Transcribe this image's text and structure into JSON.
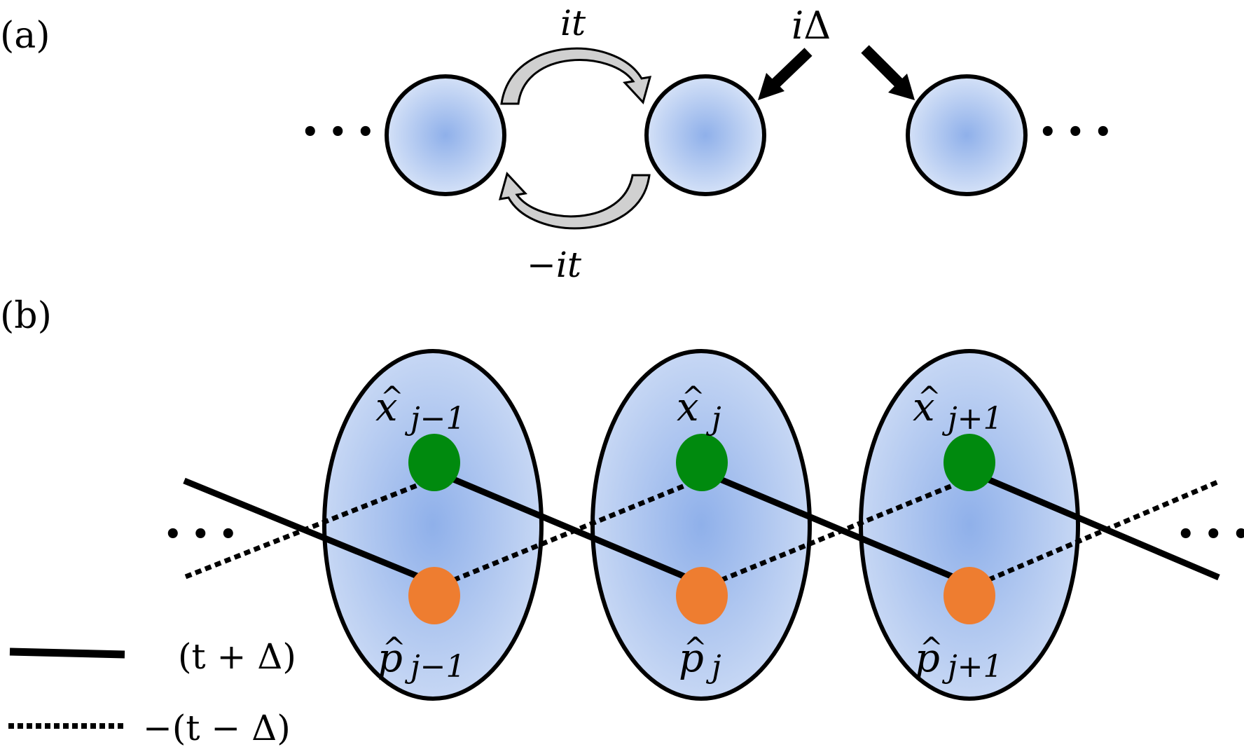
{
  "panel_a": {
    "label": "(a)",
    "hop_forward_label": {
      "pre": "i",
      "var": "t"
    },
    "hop_backward_label": {
      "pre": "−i",
      "var": "t"
    },
    "pairing_label": {
      "pre": "i",
      "sym": "Δ"
    },
    "left_ellipsis": "• • •",
    "right_ellipsis": "• • •"
  },
  "panel_b": {
    "label": "(b)",
    "sites": [
      {
        "x_var": "x",
        "x_sub": "j−1",
        "p_var": "p",
        "p_sub": "j−1"
      },
      {
        "x_var": "x",
        "x_sub": "j",
        "p_var": "p",
        "p_sub": "j"
      },
      {
        "x_var": "x",
        "x_sub": "j+1",
        "p_var": "p",
        "p_sub": "j+1"
      }
    ],
    "left_ellipsis": "• • •",
    "right_ellipsis": "• • •",
    "legend": {
      "solid_label": "(t + Δ)",
      "dotted_label": "−(t − Δ)"
    }
  },
  "colors": {
    "site_center": "#8fb0ea",
    "site_edge": "#d4e1f7",
    "x_node": "#008a0e",
    "p_node": "#ee7d30",
    "stroke": "#000000",
    "arrow_fill": "#d0d0d0"
  }
}
